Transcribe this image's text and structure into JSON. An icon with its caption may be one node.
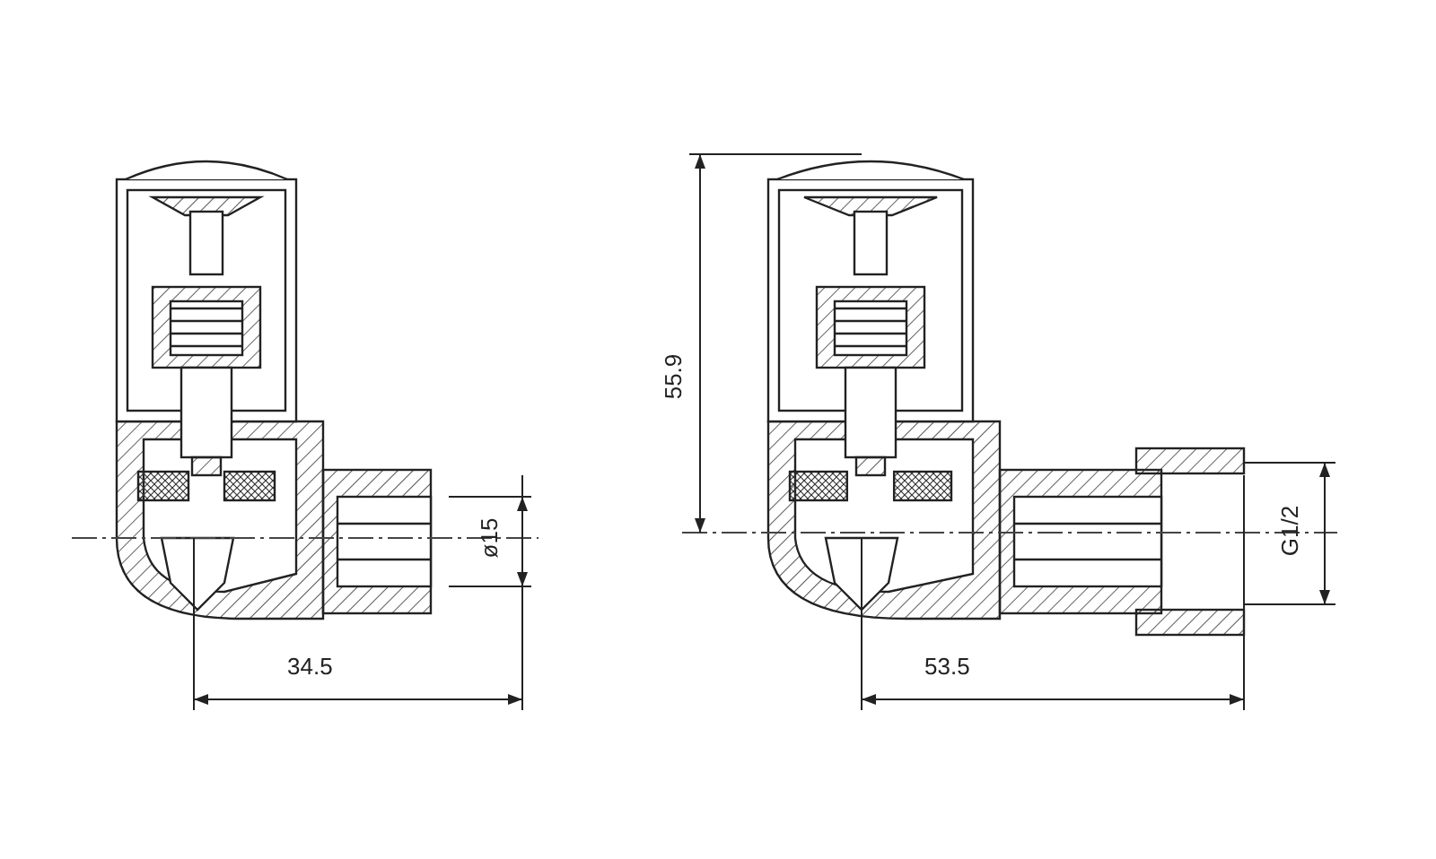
{
  "diagram": {
    "labels": [
      "55.9",
      "ø15",
      "G1/2",
      "34.5",
      "53.5"
    ]
  }
}
